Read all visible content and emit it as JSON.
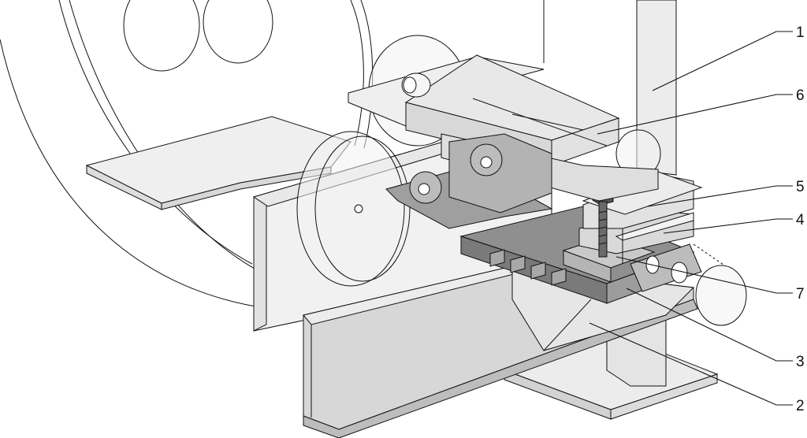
{
  "diagram": {
    "colors": {
      "outline": "#111111",
      "light_part": "#e6e6e6",
      "mid_part": "#cfcfcf",
      "dark_part": "#9a9a9a",
      "transparent_part": "#ededed"
    },
    "labels": [
      "1",
      "6",
      "5",
      "4",
      "7",
      "3",
      "2"
    ]
  }
}
